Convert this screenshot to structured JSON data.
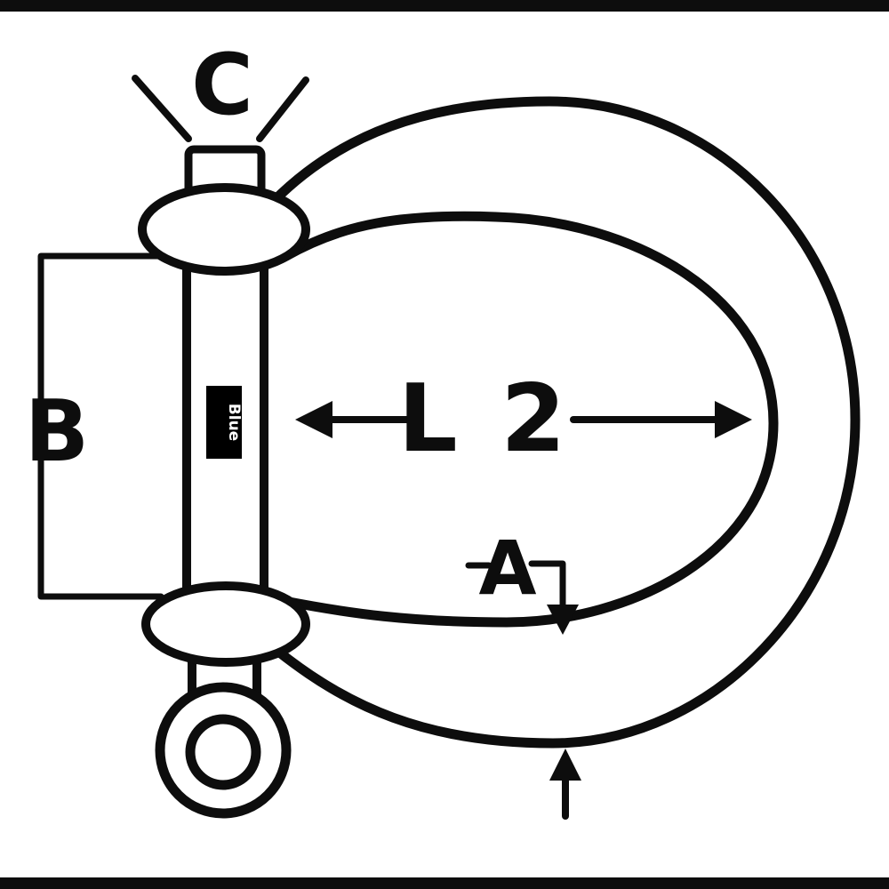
{
  "colors": {
    "ink": "#0d0d0d",
    "background": "#ffffff",
    "tag_bg": "#000000",
    "tag_text": "#ffffff"
  },
  "dimensions": {
    "c_label": "C",
    "b_label": "B",
    "l2_label": "L 2",
    "a_label": "A"
  },
  "pin_tag_text": "Blue"
}
